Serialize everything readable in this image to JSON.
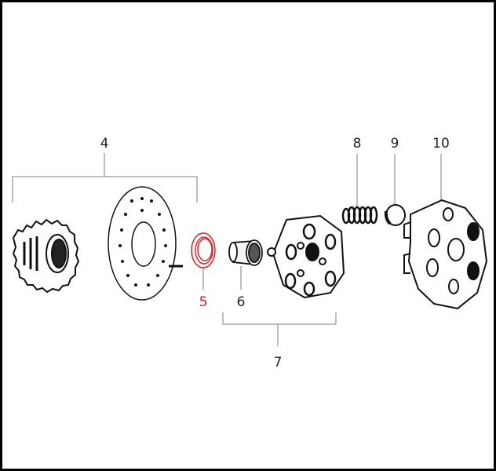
{
  "diagram": {
    "callouts": [
      {
        "id": "4",
        "label": "4"
      },
      {
        "id": "5",
        "label": "5",
        "highlighted": true
      },
      {
        "id": "6",
        "label": "6"
      },
      {
        "id": "7",
        "label": "7"
      },
      {
        "id": "8",
        "label": "8"
      },
      {
        "id": "9",
        "label": "9"
      },
      {
        "id": "10",
        "label": "10"
      }
    ],
    "colors": {
      "highlight": "#e0202a",
      "line": "#888888",
      "ink": "#111111"
    }
  }
}
